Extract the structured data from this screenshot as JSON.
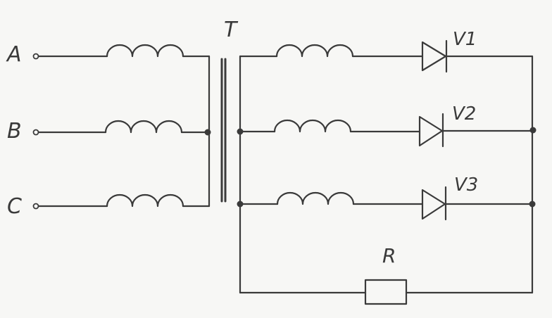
{
  "labels": {
    "phase_a": "A",
    "phase_b": "B",
    "phase_c": "C",
    "transformer": "T",
    "diode_1": "V1",
    "diode_2": "V2",
    "diode_3": "V3",
    "resistor": "R"
  },
  "colors": {
    "ink": "#3a3a3a",
    "paper": "#f7f7f5"
  }
}
